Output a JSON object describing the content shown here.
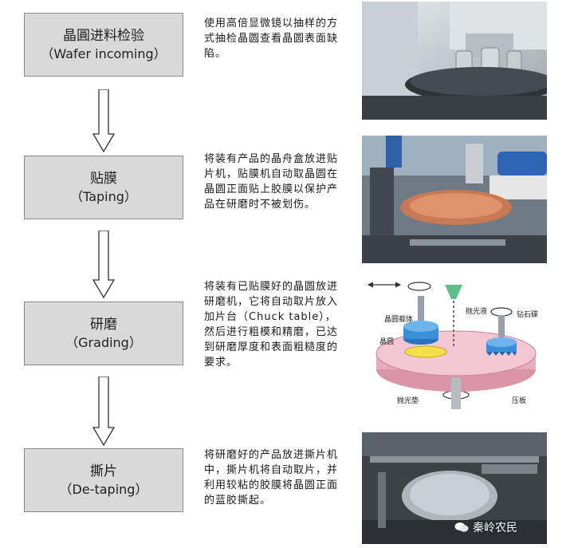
{
  "steps": [
    {
      "zh": "晶圓进料检验",
      "en": "（Wafer incoming）",
      "desc": "使用高倍显微镜以抽样的方式抽检晶圆查看晶圆表面缺陷。"
    },
    {
      "zh": "贴膜",
      "en": "（Taping）",
      "desc": "将装有产品的晶舟盒放进贴片机，贴膜机自动取晶圆在晶圆正面贴上胶膜以保护产品在研磨时不被划伤。"
    },
    {
      "zh": "研磨",
      "en": "（Grading）",
      "desc": "将装有已贴膜好的晶圆放进研磨机，它将自动取片放入加片台（Chuck table），然后进行粗模和精磨，已达到研磨厚度和表面粗糙度的要求。"
    },
    {
      "zh": "撕片",
      "en": "（De-taping）",
      "desc": "将研磨好的产品放进撕片机中，撕片机将自动取片，并利用较粘的胶膜将晶圆正面的蓝胶撕起。"
    }
  ],
  "grinding_labels": {
    "carrier": "晶圆载体",
    "slurry": "抛光液",
    "diamond": "钻石碟",
    "wafer": "晶圆",
    "pad": "抛光垫",
    "platen": "压板"
  },
  "watermark": "秦岭农民",
  "colors": {
    "box_fill": "#d9d9d9",
    "box_border": "#8c8c8c",
    "pad": "#f2b8c6",
    "carrier": "#3a8fd9",
    "wafer": "#f4e04d",
    "slurry": "#5bc08a"
  }
}
